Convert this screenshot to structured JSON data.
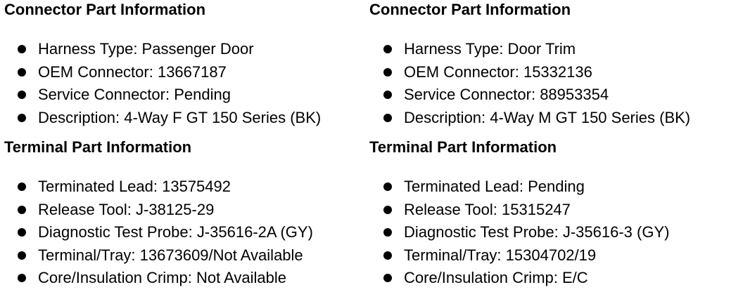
{
  "left": {
    "connector_heading": "Connector Part Information",
    "connector_items": [
      "Harness Type: Passenger Door",
      "OEM Connector: 13667187",
      "Service Connector: Pending",
      "Description: 4-Way F GT 150 Series (BK)"
    ],
    "terminal_heading": "Terminal Part Information",
    "terminal_items": [
      "Terminated Lead: 13575492",
      "Release Tool: J-38125-29",
      "Diagnostic Test Probe: J-35616-2A (GY)",
      "Terminal/Tray: 13673609/Not Available",
      "Core/Insulation Crimp: Not Available"
    ]
  },
  "right": {
    "connector_heading": "Connector Part Information",
    "connector_items": [
      "Harness Type: Door Trim",
      "OEM Connector: 15332136",
      "Service Connector: 88953354",
      "Description: 4-Way M GT 150 Series (BK)"
    ],
    "terminal_heading": "Terminal Part Information",
    "terminal_items": [
      "Terminated Lead: Pending",
      "Release Tool: 15315247",
      "Diagnostic Test Probe: J-35616-3 (GY)",
      "Terminal/Tray: 15304702/19",
      "Core/Insulation Crimp: E/C"
    ]
  }
}
